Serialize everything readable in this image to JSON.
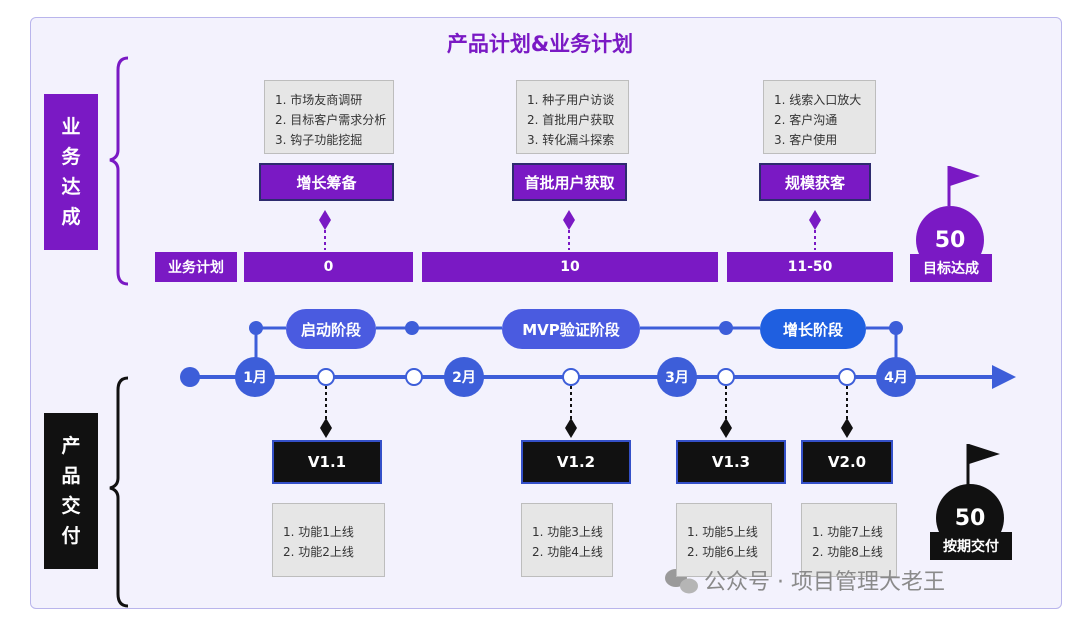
{
  "title": "产品计划&业务计划",
  "business_section": {
    "label": "业务达成",
    "chars": [
      "业",
      "务",
      "达",
      "成"
    ]
  },
  "product_section": {
    "label": "产品交付",
    "chars": [
      "产",
      "品",
      "交",
      "付"
    ]
  },
  "business_stages": [
    {
      "name": "增长筹备",
      "notes": [
        "1. 市场友商调研",
        "2. 目标客户需求分析",
        "3. 钩子功能挖掘"
      ]
    },
    {
      "name": "首批用户获取",
      "notes": [
        "1. 种子用户访谈",
        "2. 首批用户获取",
        "3. 转化漏斗探索"
      ]
    },
    {
      "name": "规模获客",
      "notes": [
        "1. 线索入口放大",
        "2. 客户沟通",
        "3. 客户使用"
      ]
    }
  ],
  "business_plan": {
    "label": "业务计划",
    "values": [
      "0",
      "10",
      "11-50"
    ]
  },
  "business_goal": {
    "value": "50",
    "label": "目标达成"
  },
  "phases": [
    "启动阶段",
    "MVP验证阶段",
    "增长阶段"
  ],
  "months": [
    "1月",
    "2月",
    "3月",
    "4月"
  ],
  "versions": [
    {
      "name": "V1.1",
      "notes": [
        "1. 功能1上线",
        "2. 功能2上线"
      ]
    },
    {
      "name": "V1.2",
      "notes": [
        "1. 功能3上线",
        "2. 功能4上线"
      ]
    },
    {
      "name": "V1.3",
      "notes": [
        "1. 功能5上线",
        "2. 功能6上线"
      ]
    },
    {
      "name": "V2.0",
      "notes": [
        "1. 功能7上线",
        "2. 功能8上线"
      ]
    }
  ],
  "delivery_goal": {
    "value": "50",
    "label": "按期交付"
  },
  "watermark": "公众号 · 项目管理大老王",
  "colors": {
    "purple": "#7a19c4",
    "blue": "#3d5ed9",
    "dark": "#111111",
    "frame_bg": "#f3f2fd"
  }
}
